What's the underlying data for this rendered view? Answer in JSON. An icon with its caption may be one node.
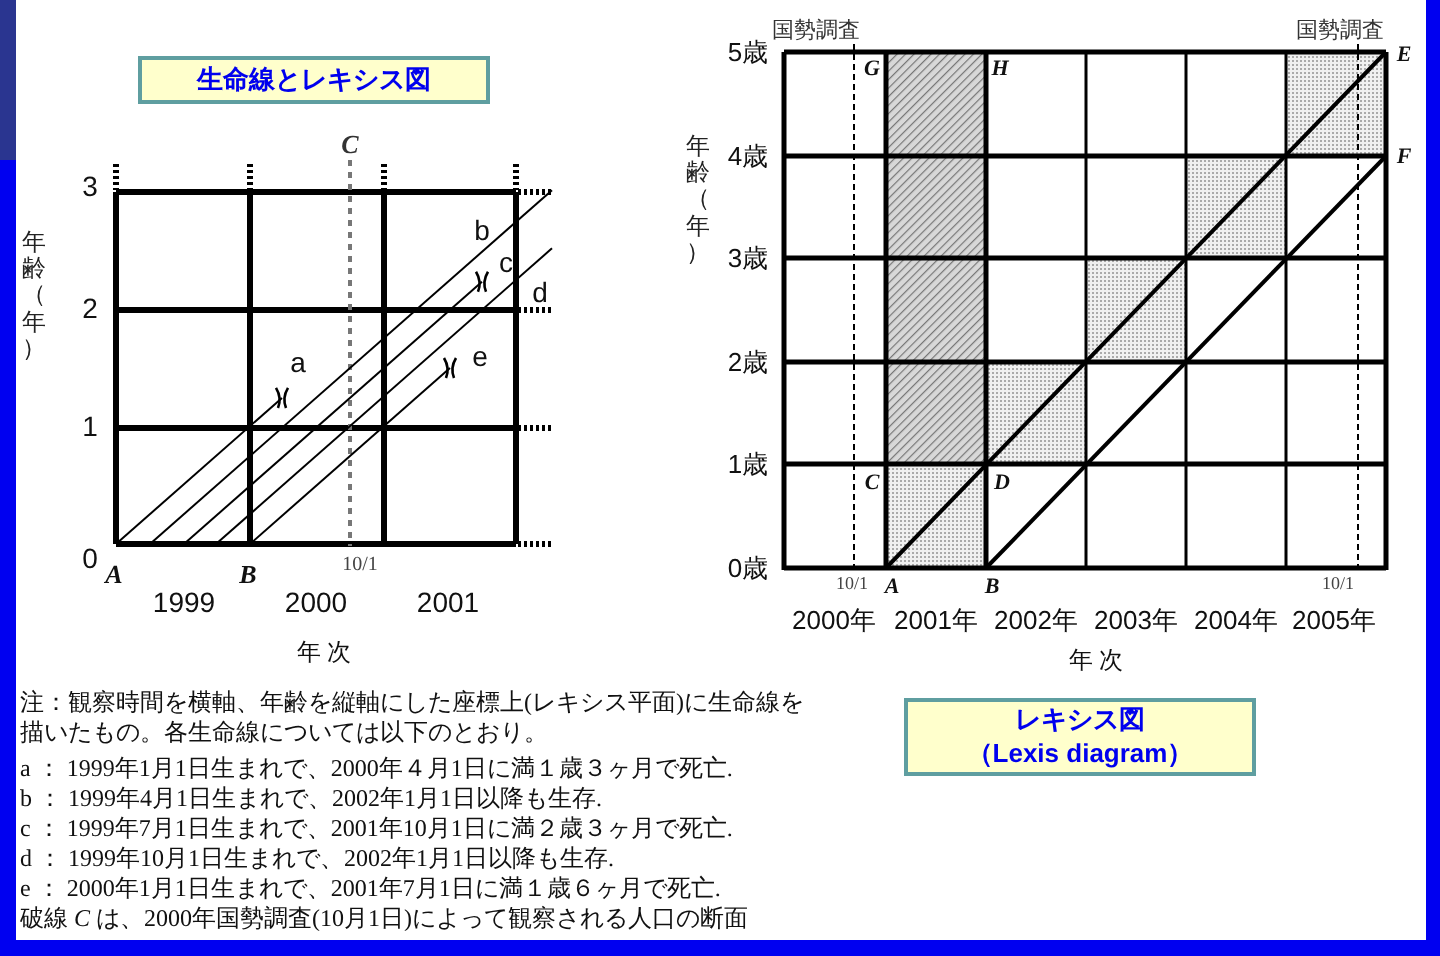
{
  "diagram": {
    "nodes": [
      {
        "text": [
          "生命線とレキシス図"
        ]
      },
      {
        "text": [
          "レキシス図",
          "（Lexis diagram）"
        ]
      }
    ],
    "labels": [
      "C",
      "3",
      "2",
      "1",
      "0",
      "年齢（年）",
      "b",
      "c",
      "d",
      "a",
      "e",
      "A",
      "B",
      "10/1",
      "1999",
      "2000",
      "2001",
      "年 次",
      "国勢調査",
      "国勢調査",
      "5歳",
      "4歳",
      "3歳",
      "2歳",
      "1歳",
      "0歳",
      "G",
      "H",
      "E",
      "F",
      "C",
      "D",
      "年齢（年）",
      "10/1",
      "A",
      "B",
      "10/1",
      "2000年",
      "2001年",
      "2002年",
      "2003年",
      "2004年",
      "2005年",
      "年 次",
      "注：観察時間を横軸、年齢を縦軸にした座標上(レキシス平面)に生命線を描いたもの。各生命線については以下のとおり。",
      "a ： 1999年1月1日生まれで、2000年４月1日に満１歳３ヶ月で死亡.",
      "b ： 1999年4月1日生まれで、2002年1月1日以降も生存.",
      "c ： 1999年7月1日生まれで、2001年10月1日に満２歳３ヶ月で死亡.",
      "d ： 1999年10月1日生まれで、2002年1月1日以降も生存.",
      "e ： 2000年1月1日生まれで、2001年7月1日に満１歳６ヶ月で死亡.",
      "破線 *C* は、2000年国勢調査(10月1日)によって観察される人口の断面"
    ]
  }
}
